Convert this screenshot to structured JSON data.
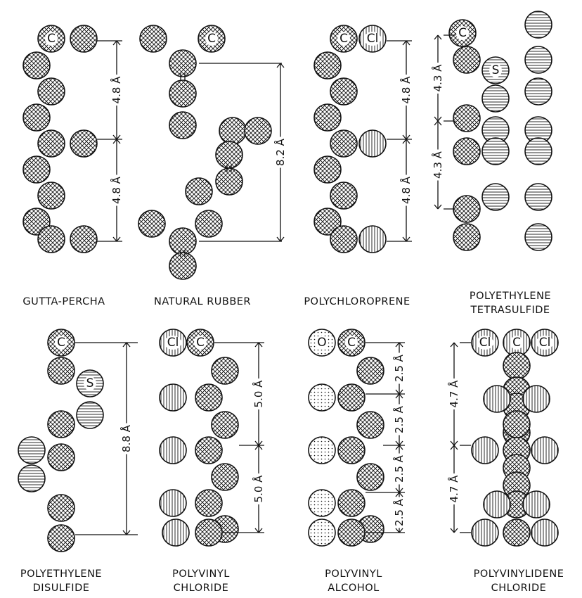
{
  "figure": {
    "panels": [
      {
        "id": "gutta-percha",
        "caption": [
          "GUTTA-PERCHA"
        ],
        "atom_labels": [
          "C"
        ],
        "spacings": [
          "4.8 Å",
          "4.8 Å"
        ]
      },
      {
        "id": "natural-rubber",
        "caption": [
          "NATURAL RUBBER"
        ],
        "atom_labels": [
          "C"
        ],
        "spacings": [
          "8.2 Å"
        ]
      },
      {
        "id": "polychloroprene",
        "caption": [
          "POLYCHLOROPRENE"
        ],
        "atom_labels": [
          "C",
          "Cl"
        ],
        "spacings": [
          "4.8 Å",
          "4.8 Å"
        ]
      },
      {
        "id": "polyethylene-tetrasulfide",
        "caption": [
          "POLYETHYLENE",
          "TETRASULFIDE"
        ],
        "atom_labels": [
          "C",
          "S"
        ],
        "spacings": [
          "4.3 Å",
          "4.3 Å"
        ]
      },
      {
        "id": "polyethylene-disulfide",
        "caption": [
          "POLYETHYLENE",
          "DISULFIDE"
        ],
        "atom_labels": [
          "C",
          "S"
        ],
        "spacings": [
          "8.8 Å"
        ]
      },
      {
        "id": "polyvinyl-chloride",
        "caption": [
          "POLYVINYL",
          "CHLORIDE"
        ],
        "atom_labels": [
          "Cl",
          "C"
        ],
        "spacings": [
          "5.0 Å",
          "5.0 Å"
        ]
      },
      {
        "id": "polyvinyl-alcohol",
        "caption": [
          "POLYVINYL",
          "ALCOHOL"
        ],
        "atom_labels": [
          "O",
          "C"
        ],
        "spacings": [
          "2.5 Å",
          "2.5 Å",
          "2.5 Å",
          "2.5 Å"
        ]
      },
      {
        "id": "polyvinylidene-chloride",
        "caption": [
          "POLYVINYLIDENE",
          "CHLORIDE"
        ],
        "atom_labels": [
          "Cl",
          "C",
          "Cl"
        ],
        "spacings": [
          "4.7 Å",
          "4.7 Å"
        ]
      }
    ]
  }
}
